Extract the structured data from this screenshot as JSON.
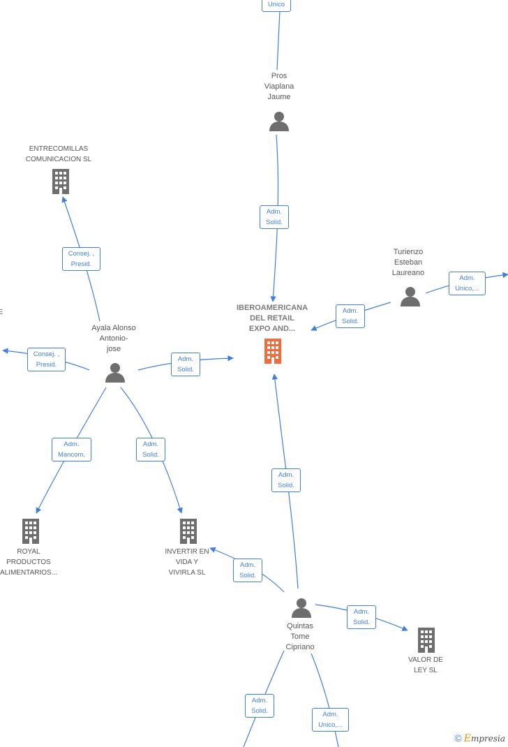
{
  "nodes": {
    "unico_top": "Unico",
    "pros": "Pros\nViaplana\nJaume",
    "entrecomillas": "ENTRECOMILLAS\nCOMUNICACION SL",
    "turienzo": "Turienzo\nEsteban\nLaureano",
    "center": "IBEROAMERICANA\nDEL RETAIL\nEXPO AND...",
    "ayala": "Ayala Alonso\nAntonio-\njose",
    "left_cut": "E",
    "royal": "ROYAL\nPRODUCTOS\nALIMENTARIOS...",
    "invertir": "INVERTIR EN\nVIDA Y\nVIVIRLA  SL",
    "quintas": "Quintas\nTome\nCipriano",
    "valor": "VALOR DE\nLEY SL"
  },
  "edges": {
    "pros_center": "Adm.\nSolid.",
    "ayala_entrecomillas": "Consej. ,\nPresid.",
    "ayala_left": "Consej. ,\nPresid.",
    "ayala_center": "Adm.\nSolid.",
    "turienzo_center": "Adm.\nSolid.",
    "turienzo_right": "Adm.\nUnico,...",
    "ayala_royal": "Adm.\nMancom.",
    "ayala_invertir": "Adm.\nSolid.",
    "quintas_center": "Adm.\nSolid.",
    "quintas_invertir": "Adm.\nSolid.",
    "quintas_valor": "Adm.\nSolid.",
    "quintas_bottom1": "Adm.\nSolid.",
    "quintas_bottom2": "Adm.\nUnico,..."
  },
  "brand": {
    "copyright": "©",
    "e": "E",
    "rest": "mpresia"
  },
  "colors": {
    "line": "#3f7fd9",
    "icon_gray": "#6e6e6e",
    "icon_center": "#f26b3a"
  }
}
